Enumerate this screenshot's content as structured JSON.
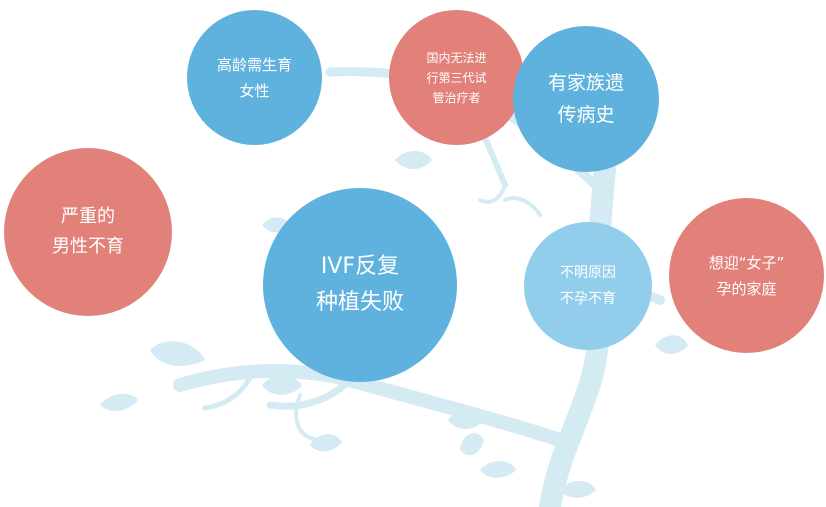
{
  "colors": {
    "blue": "#5fb1de",
    "light_blue": "#92cdec",
    "red": "#e2807a",
    "tree": "#d5ebf4"
  },
  "bubbles": [
    {
      "id": "age",
      "lines": [
        "高龄需生育",
        "女性"
      ],
      "color": "#5fb1de"
    },
    {
      "id": "genetic",
      "lines": [
        "国内无法进",
        "行第三代试",
        "管治疗者"
      ],
      "color": "#e2807a"
    },
    {
      "id": "family",
      "lines": [
        "有家族遗",
        "传病史"
      ],
      "color": "#5fb1de"
    },
    {
      "id": "male",
      "lines": [
        "严重的",
        "男性不育"
      ],
      "color": "#e2807a"
    },
    {
      "id": "ivf",
      "lines": [
        "IVF反复",
        "种植失败"
      ],
      "color": "#5fb1de"
    },
    {
      "id": "unknown",
      "lines": [
        "不明原因",
        "不孕不育"
      ],
      "color": "#92cdec"
    },
    {
      "id": "gender",
      "lines": [
        "想迎“女子”",
        "孕的家庭"
      ],
      "color": "#e2807a"
    }
  ]
}
